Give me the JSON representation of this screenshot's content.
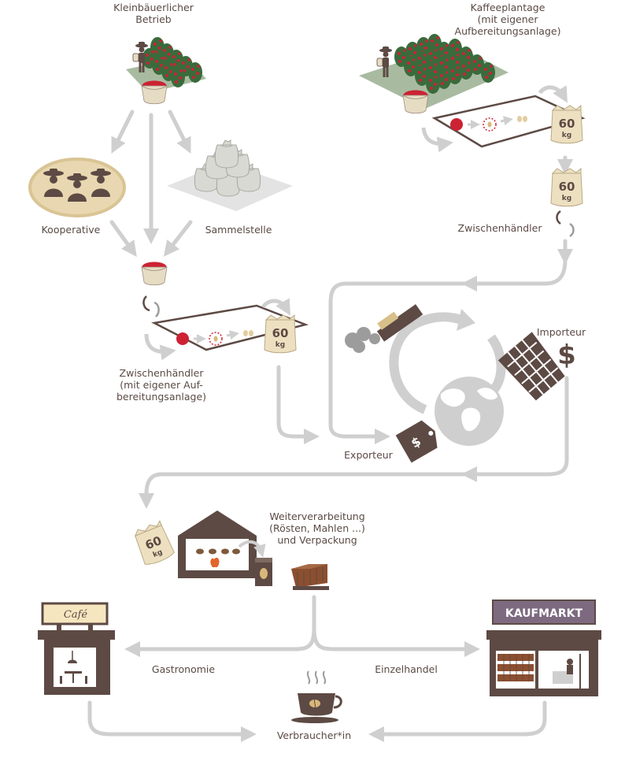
{
  "labels": {
    "smallholder": "Kleinbäuerlicher\nBetrieb",
    "plantation": "Kaffeeplantage\n(mit eigener\nAufbereitungsanlage)",
    "cooperative": "Kooperative",
    "collection_point": "Sammelstelle",
    "middleman_right": "Zwischenhändler",
    "middleman_left": "Zwischenhändler\n(mit eigener Auf-\nbereitungsanlage)",
    "importer": "Importeur",
    "exporter": "Exporteur",
    "processing": "Weiterverarbeitung\n(Rösten, Mahlen ...)\nund Verpackung",
    "gastronomy": "Gastronomie",
    "retail": "Einzelhandel",
    "consumer": "Verbraucher*in"
  },
  "signs": {
    "cafe": "Café",
    "supermarket": "KAUFMARKT"
  },
  "bag_text": {
    "weight": "60",
    "unit": "kg"
  },
  "colors": {
    "arrow": "#cfcfcf",
    "dark_brown": "#5d4a44",
    "cherry_red": "#cc2233",
    "leaf_green": "#3a6b3c",
    "sack": "#e6dcc3",
    "ground": "#a8bba0",
    "cooperative_bg": "#e8d7b0",
    "sign_cafe": "#f6e6bf",
    "sign_market": "#7d6a80"
  }
}
